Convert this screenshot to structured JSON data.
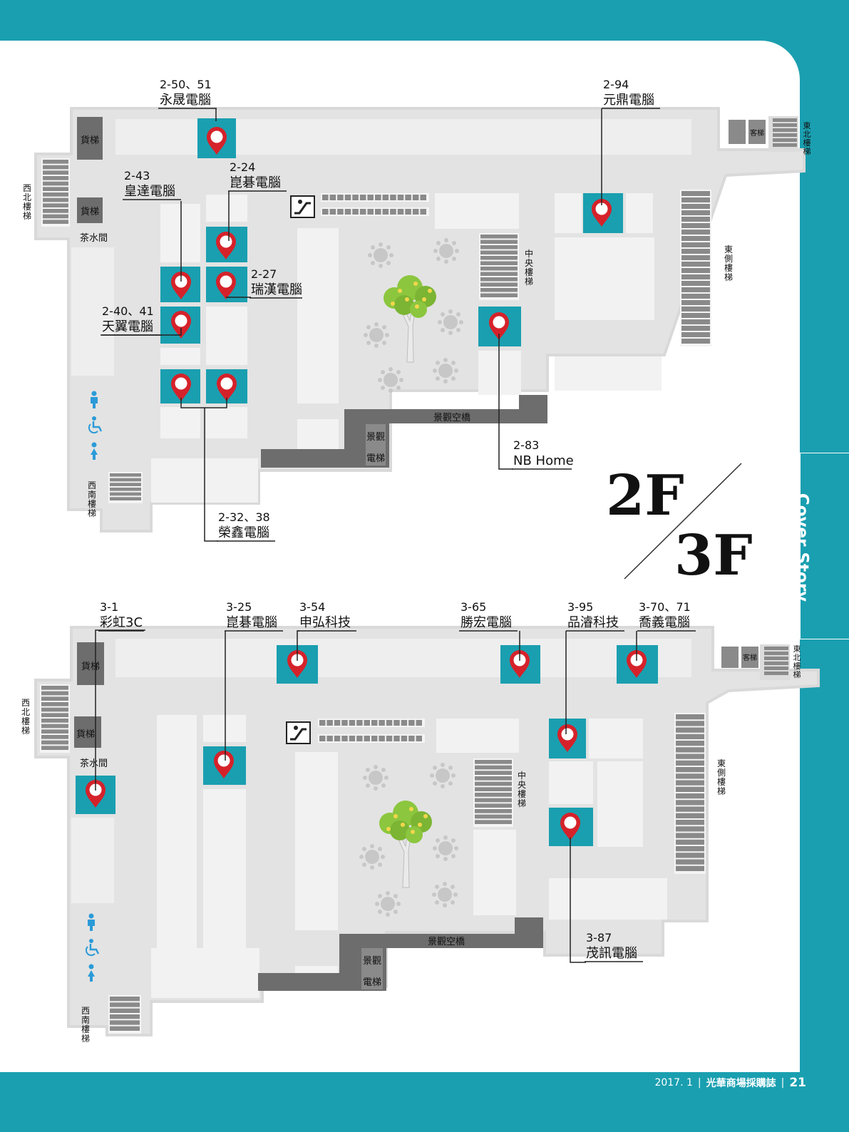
{
  "colors": {
    "teal": "#1a9fb0",
    "floor": "#e3e3e3",
    "wall": "#d9d9d9",
    "dark": "#6d6d6d",
    "pin": "#d5222a",
    "text": "#111111",
    "icon_blue": "#2b9bd8"
  },
  "side_tab": {
    "label": "Cover Story"
  },
  "footer": {
    "issue": "2017. 1",
    "magazine": "光華商場採購誌",
    "page": "21"
  },
  "big_label": {
    "top": "2F",
    "bottom": "3F"
  },
  "facilities": {
    "freight_elevator": "貨梯",
    "tea_room": "茶水間",
    "nw_stairs": "西北樓梯",
    "sw_stairs": "西南樓梯",
    "ne_stairs": "東北樓梯",
    "e_stairs": "東側樓梯",
    "c_stairs": "中央樓梯",
    "skybridge": "景觀空橋",
    "scenic_elevator_1": "景觀",
    "scenic_elevator_2": "電梯",
    "passenger_elevator": "客梯",
    "disabled_elevator": "電障梯"
  },
  "floor2_shops": [
    {
      "code": "2-50、51",
      "name": "永晟電腦"
    },
    {
      "code": "2-94",
      "name": "元鼎電腦"
    },
    {
      "code": "2-43",
      "name": "皇達電腦"
    },
    {
      "code": "2-24",
      "name": "崑碁電腦"
    },
    {
      "code": "2-27",
      "name": "瑞漢電腦"
    },
    {
      "code": "2-40、41",
      "name": "天翼電腦"
    },
    {
      "code": "2-83",
      "name": "NB Home"
    },
    {
      "code": "2-32、38",
      "name": "榮鑫電腦"
    }
  ],
  "floor3_shops": [
    {
      "code": "3-1",
      "name": "彩虹3C"
    },
    {
      "code": "3-25",
      "name": "崑碁電腦"
    },
    {
      "code": "3-54",
      "name": "申弘科技"
    },
    {
      "code": "3-65",
      "name": "勝宏電腦"
    },
    {
      "code": "3-95",
      "name": "品濬科技"
    },
    {
      "code": "3-70、71",
      "name": "喬義電腦"
    },
    {
      "code": "3-87",
      "name": "茂訊電腦"
    }
  ]
}
